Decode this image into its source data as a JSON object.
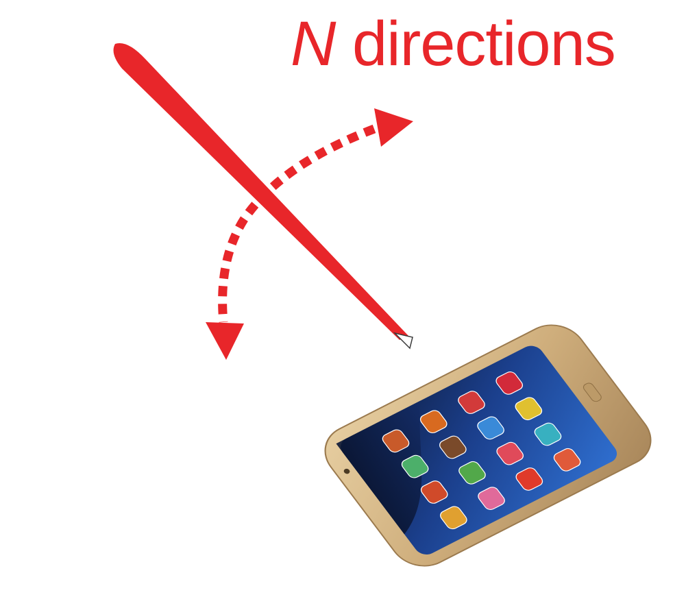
{
  "caption": {
    "variable": "N",
    "text": " directions"
  },
  "colors": {
    "accent_red": "#e8262a",
    "phone_gold": "#cfae7c",
    "screen_blue": "#1b3f8c"
  },
  "icons": {
    "probe": "needle-probe",
    "directions": "dotted-curved-double-arrow",
    "device": "smartphone"
  },
  "phone": {
    "apps": [
      {
        "label": "",
        "color": "#c85a2a"
      },
      {
        "label": "",
        "color": "#4caf6a"
      },
      {
        "label": "",
        "color": "#d04a2a"
      },
      {
        "label": "",
        "color": "#e0a030"
      },
      {
        "label": "",
        "color": "#d86a20"
      },
      {
        "label": "",
        "color": "#7a4a2a"
      },
      {
        "label": "",
        "color": "#52a84a"
      },
      {
        "label": "",
        "color": "#e06a9a"
      },
      {
        "label": "",
        "color": "#d23a3a"
      },
      {
        "label": "",
        "color": "#3a8ad8"
      },
      {
        "label": "",
        "color": "#e04a5a"
      },
      {
        "label": "",
        "color": "#e03a2a"
      },
      {
        "label": "",
        "color": "#d22a3a"
      },
      {
        "label": "",
        "color": "#e0c030"
      },
      {
        "label": "",
        "color": "#38b0c0"
      },
      {
        "label": "",
        "color": "#e05a3a"
      }
    ]
  }
}
